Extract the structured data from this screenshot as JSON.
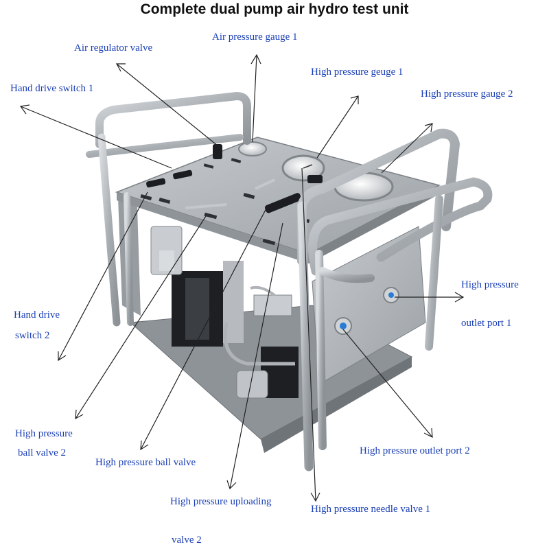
{
  "title": "Complete  dual pump air hydro test unit",
  "colors": {
    "label": "#1a3fb5",
    "frame": "#b9bec4",
    "panel": "#a8adb2",
    "line": "#222222"
  },
  "labels": {
    "air_regulator_valve": "Air  regulator valve",
    "air_pressure_gauge_1": "Air pressure gauge 1",
    "high_pressure_gauge_1": "High pressure geuge 1",
    "high_pressure_gauge_2": "High pressure gauge 2",
    "hand_drive_switch_1": "Hand drive switch 1",
    "high_pressure_outlet_1_a": "High pressure",
    "high_pressure_outlet_1_b": "outlet port 1",
    "hand_drive_switch_2_a": "Hand drive",
    "hand_drive_switch_2_b": "switch 2",
    "high_pressure_ball_valve_2_a": "High pressure",
    "high_pressure_ball_valve_2_b": "ball valve 2",
    "high_pressure_ball_valve": "High pressure ball valve",
    "high_pressure_outlet_2": "High pressure outlet port 2",
    "high_pressure_uploading_valve_2_a": "High pressure  uploading",
    "high_pressure_uploading_valve_2_b": "valve 2",
    "high_pressure_needle_valve_1": "High pressure needle valve 1"
  }
}
